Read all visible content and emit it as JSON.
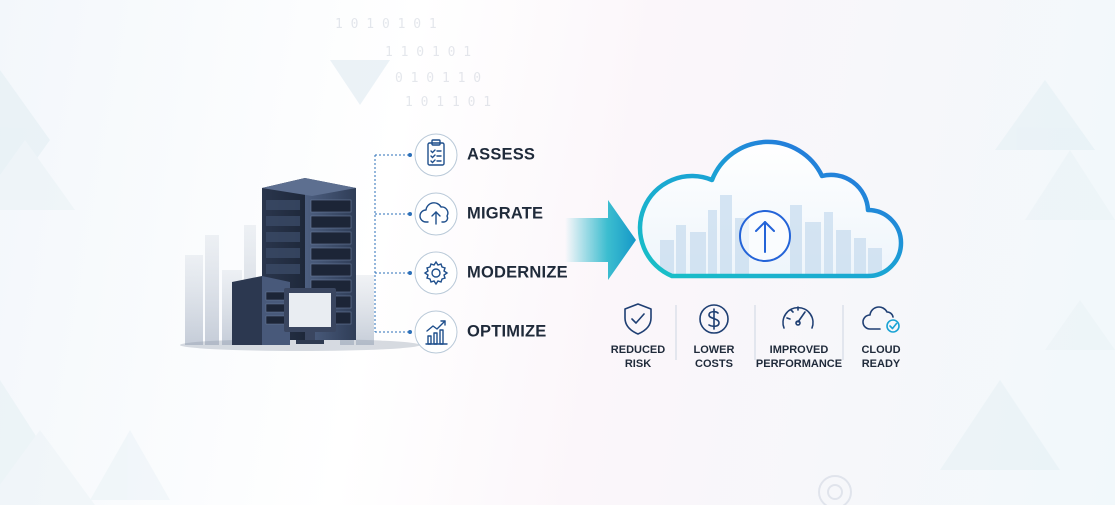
{
  "steps": [
    {
      "label": "ASSESS",
      "icon": "clipboard-checklist-icon"
    },
    {
      "label": "MIGRATE",
      "icon": "cloud-upload-icon"
    },
    {
      "label": "MODERNIZE",
      "icon": "gear-icon"
    },
    {
      "label": "OPTIMIZE",
      "icon": "growth-chart-icon"
    }
  ],
  "benefits": [
    {
      "line1": "REDUCED",
      "line2": "RISK",
      "icon": "shield-check-icon"
    },
    {
      "line1": "LOWER",
      "line2": "COSTS",
      "icon": "dollar-coin-icon"
    },
    {
      "line1": "IMPROVED",
      "line2": "PERFORMANCE",
      "icon": "speedometer-icon"
    },
    {
      "line1": "CLOUD",
      "line2": "READY",
      "icon": "cloud-check-icon"
    }
  ],
  "colors": {
    "accent_teal": "#1ab3c8",
    "accent_blue": "#2b6fe0",
    "text_dark": "#1f2a3a",
    "server_navy": "#3a4a66"
  }
}
